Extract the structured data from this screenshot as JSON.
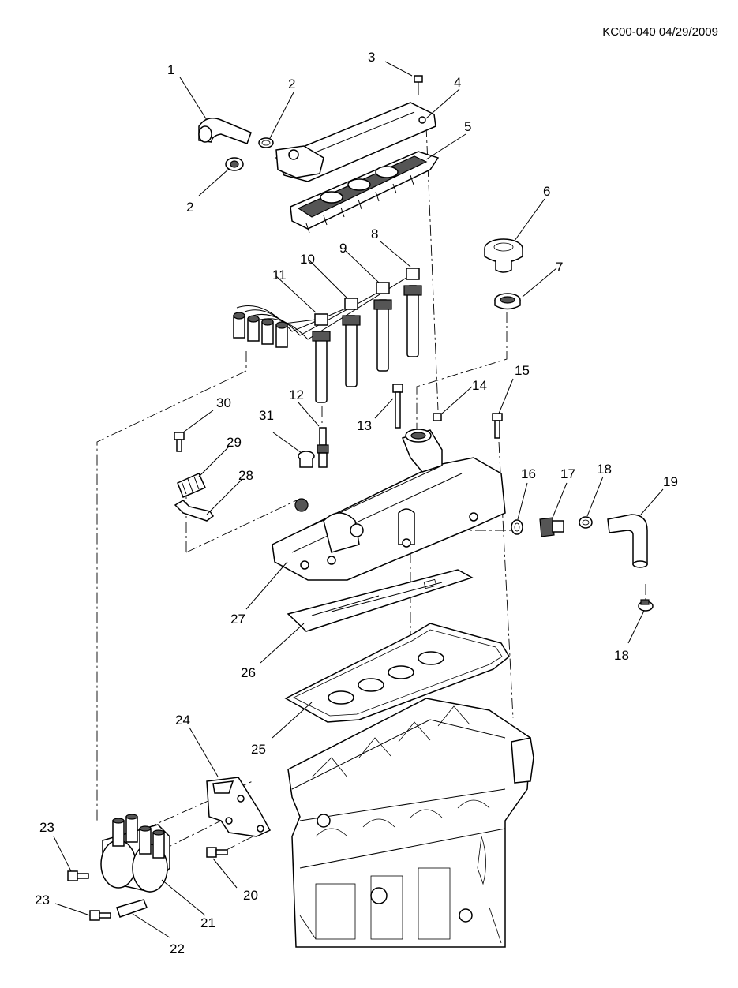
{
  "document_code": "KC00-040 04/29/2009",
  "callouts": [
    "1",
    "2",
    "2",
    "3",
    "4",
    "5",
    "6",
    "7",
    "8",
    "9",
    "10",
    "11",
    "12",
    "13",
    "14",
    "15",
    "16",
    "17",
    "18",
    "18",
    "19",
    "20",
    "21",
    "22",
    "23",
    "23",
    "24",
    "25",
    "26",
    "27",
    "28",
    "29",
    "30",
    "31"
  ]
}
